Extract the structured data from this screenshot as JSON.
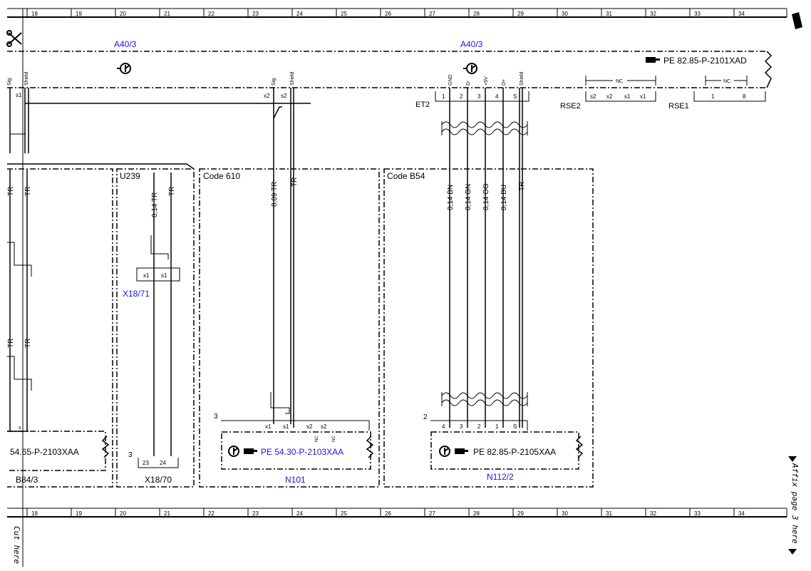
{
  "grid": {
    "columns": [
      "18",
      "19",
      "20",
      "21",
      "22",
      "23",
      "24",
      "25",
      "26",
      "27",
      "28",
      "29",
      "30",
      "31",
      "32",
      "33",
      "34"
    ]
  },
  "colors": {
    "blue": "#1a1adc",
    "ink": "#000000"
  },
  "icons": {
    "cut": "scissors-icon",
    "module": "module-icon",
    "reference": "pointing-hand-icon"
  },
  "header": {
    "a40_left": "A40/3",
    "a40_right": "A40/3",
    "pe_top_ref": "PE 82.85-P-2101XAD"
  },
  "top_pins": {
    "left_sig": "Sig.",
    "left_shield": "Shield",
    "left_s1": "s1",
    "mid_sig": "Sig.",
    "mid_shield": "Shield",
    "mid_x2": "x2",
    "mid_s2": "s2",
    "et2_labels": [
      "GND",
      "D-",
      "+5V",
      "D+",
      "Shield"
    ],
    "et2_nums": [
      "1",
      "2",
      "3",
      "4",
      "S"
    ],
    "et2_name": "ET2",
    "rse2_nc": "NC",
    "rse2_pins": [
      "s2",
      "x2",
      "s1",
      "x1"
    ],
    "rse2_name": "RSE2",
    "rse1_nc": "NC",
    "rse1_pins": [
      "1",
      "8"
    ],
    "rse1_name": "RSE1"
  },
  "left_group": {
    "tr_labels": [
      "TR",
      "TR",
      "TR",
      "TR"
    ],
    "s_label": "s",
    "pe_ref": "54.65-P-2103XAA",
    "name": "B84/3"
  },
  "u239": {
    "title": "U239",
    "wire1": "0,14 TR",
    "wire2": "TR",
    "conn_pins": [
      "x1",
      "s1"
    ],
    "conn_name": "X18/71",
    "bottom_pins": [
      "23",
      "24"
    ],
    "bottom_num": "3",
    "bottom_name": "X18/70"
  },
  "code610": {
    "title": "Code 610",
    "wire1": "0,09 TR",
    "wire2": "TR",
    "num": "3",
    "pins": [
      "x1",
      "s1",
      "x2",
      "s2"
    ],
    "nc": [
      "NC",
      "NC"
    ],
    "pe_ref": "PE 54.30-P-2103XAA",
    "name": "N101"
  },
  "codeb54": {
    "title": "Code B54",
    "wires": [
      "0,14 BN",
      "0,14 GN",
      "0,14 OG",
      "0,14 BU",
      "TR"
    ],
    "num": "2",
    "pins": [
      "4",
      "3",
      "2",
      "1",
      "S"
    ],
    "pe_ref": "PE 82.85-P-2105XAA",
    "name": "N112/2"
  },
  "side": {
    "affix": "Affix page 3 here",
    "cut": "Cut here"
  }
}
